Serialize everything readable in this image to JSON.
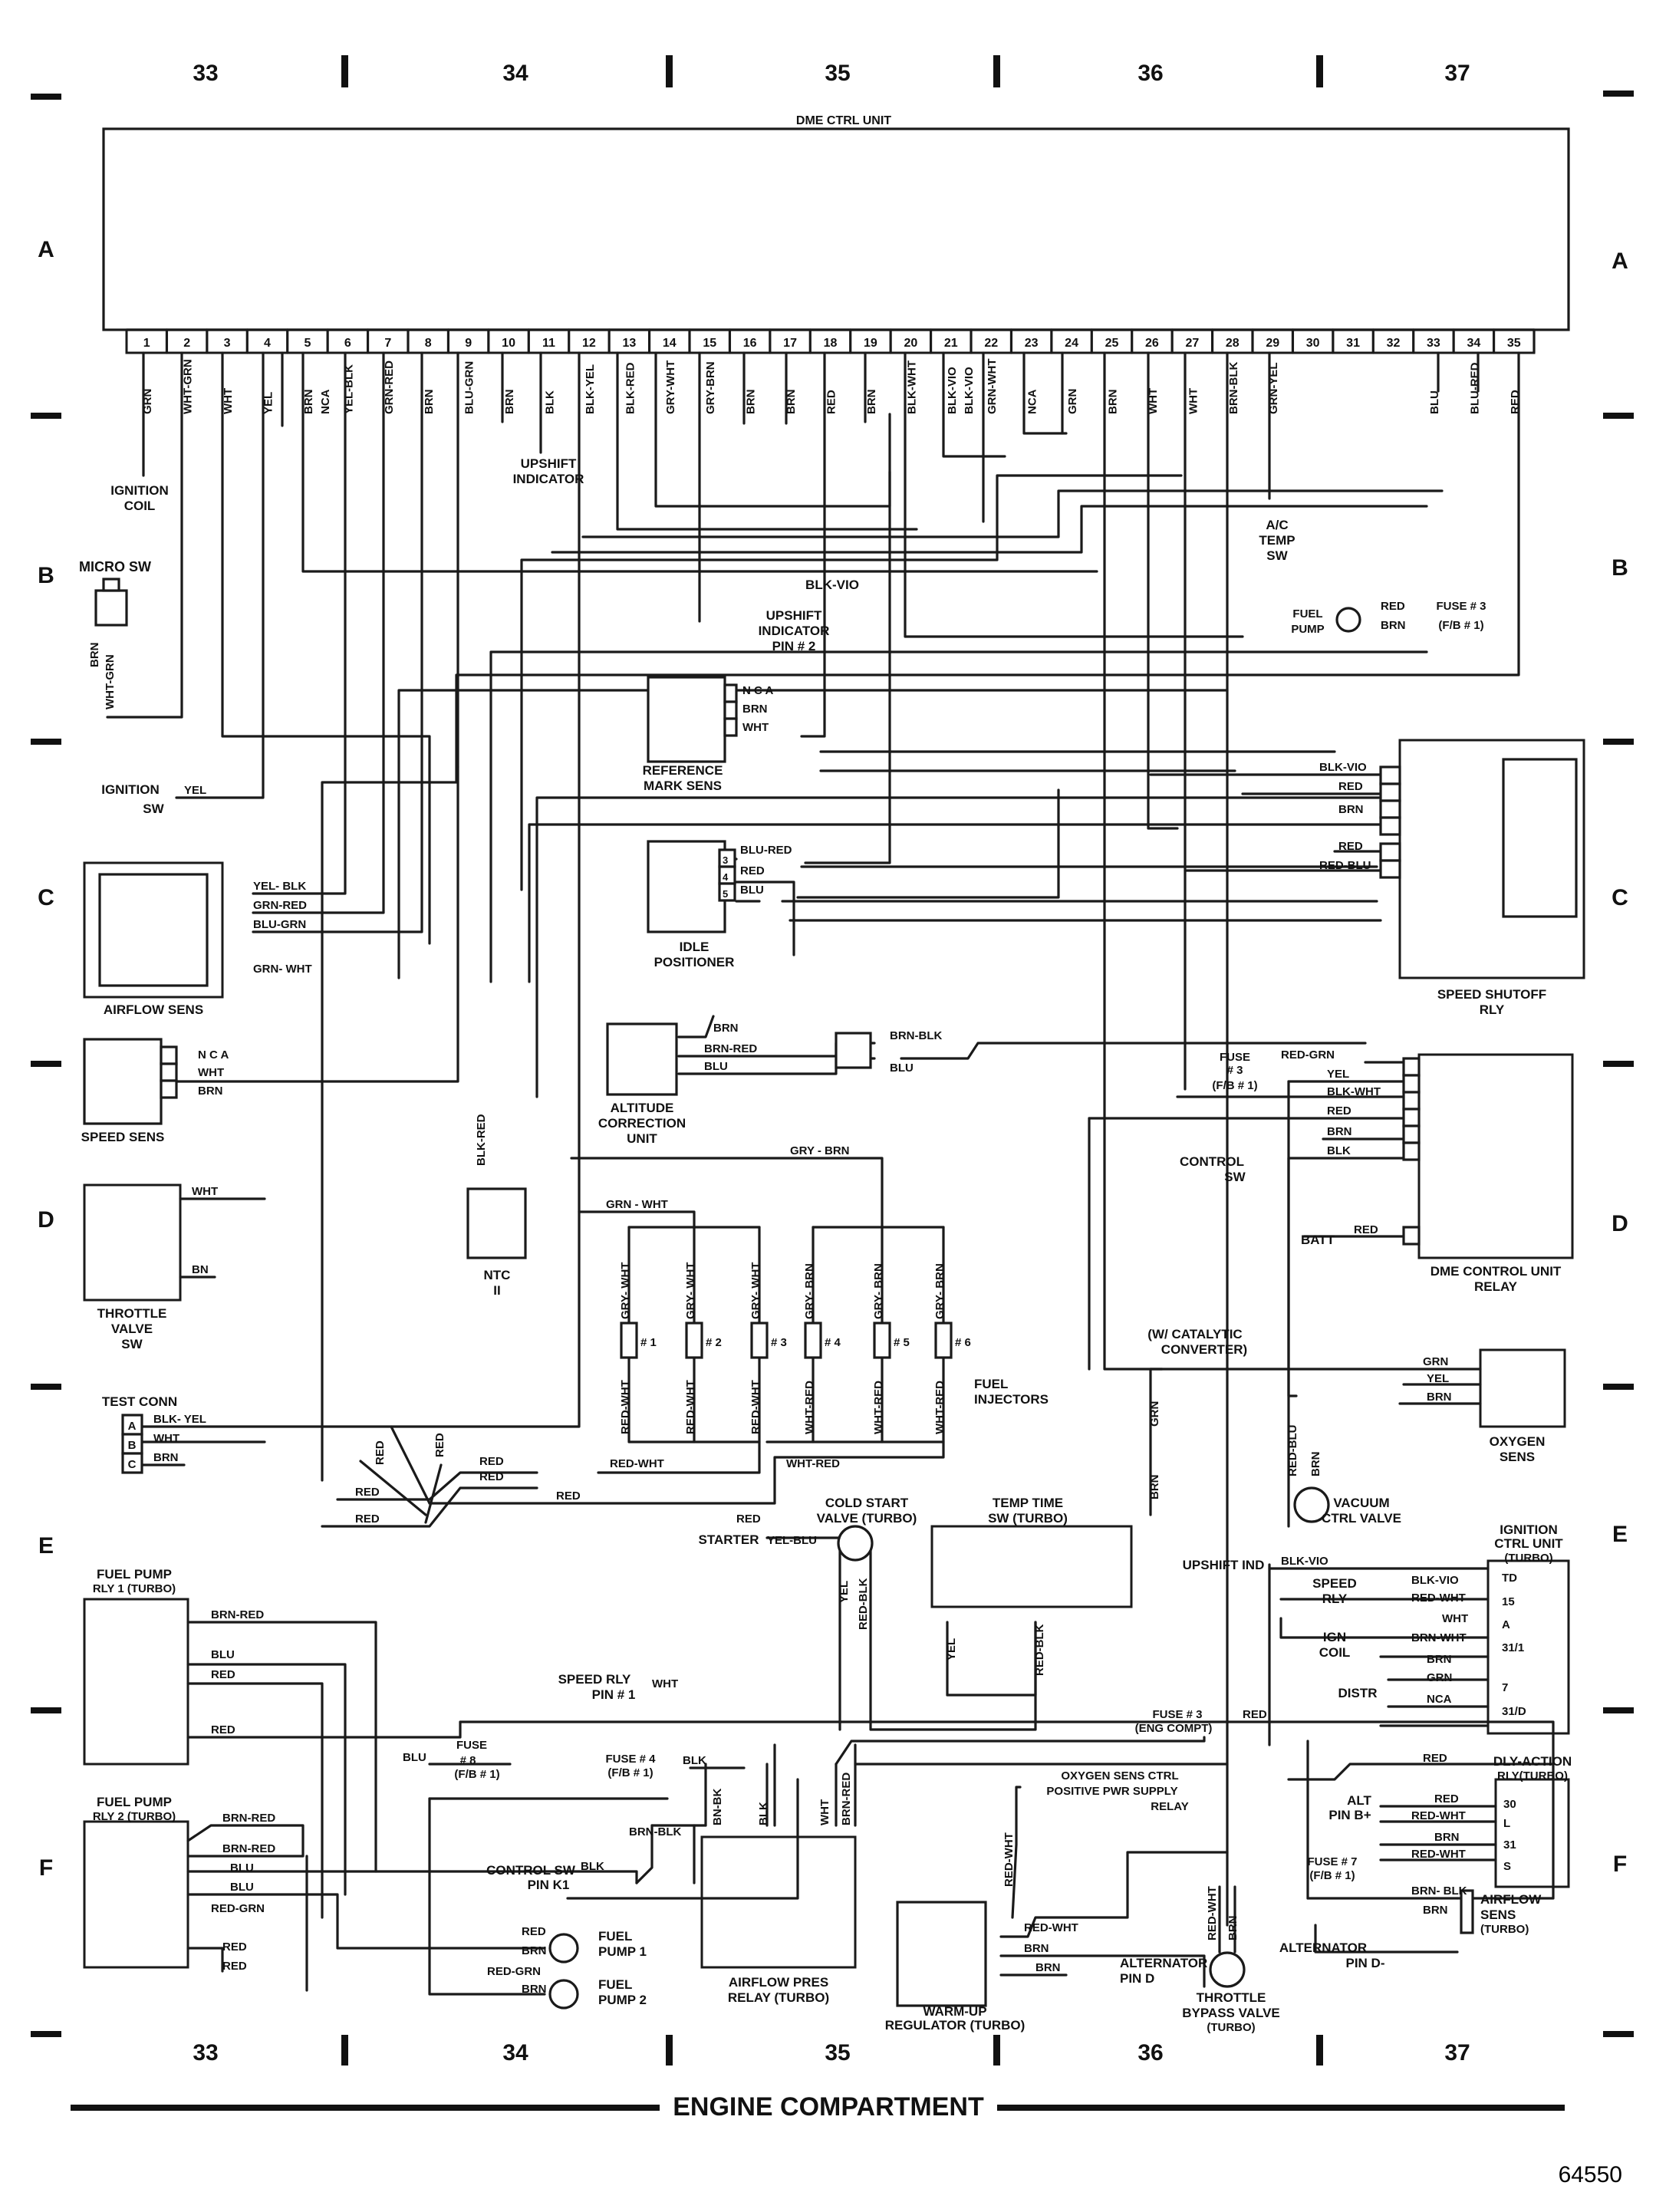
{
  "grid": {
    "columns": [
      "33",
      "34",
      "35",
      "36",
      "37"
    ],
    "rows": [
      "A",
      "B",
      "C",
      "D",
      "E",
      "F"
    ]
  },
  "dme": {
    "title": "DME CTRL UNIT",
    "pins": [
      "1",
      "2",
      "3",
      "4",
      "5",
      "6",
      "7",
      "8",
      "9",
      "10",
      "11",
      "12",
      "13",
      "14",
      "15",
      "16",
      "17",
      "18",
      "19",
      "20",
      "21",
      "22",
      "23",
      "24",
      "25",
      "26",
      "27",
      "28",
      "29",
      "30",
      "31",
      "32",
      "33",
      "34",
      "35"
    ],
    "pin_wires": [
      "GRN",
      "WHT-GRN",
      "WHT",
      "YEL",
      "BRN",
      "YEL-BLK",
      "GRN-RED",
      "BRN",
      "BLU-GRN",
      "BRN",
      "BLK",
      "BLK-YEL",
      "BLK-RED",
      "GRY-WHT",
      "GRY-BRN",
      "BRN",
      "BRN",
      "RED",
      "BRN",
      "BLK-WHT",
      "BLK-VIO",
      "GRN-WHT",
      "NCA",
      "GRN",
      "BRN",
      "WHT",
      "WHT",
      "BRN-BLK",
      "GRN-YEL",
      "",
      "",
      "",
      "BLU",
      "BLU-RED",
      "RED"
    ],
    "pin5_extra": "NCA",
    "pin21_extra": "BLK-VIO"
  },
  "labels": {
    "ignition_coil": [
      "IGNITION",
      "COIL"
    ],
    "upshift_indicator": [
      "UPSHIFT",
      "INDICATOR"
    ],
    "ac_temp": [
      "A/C",
      "TEMP",
      "SW"
    ],
    "micro_sw": "MICRO SW",
    "upshift_pin2": [
      "UPSHIFT",
      "INDICATOR",
      "PIN # 2"
    ],
    "upshift_pin2_wire": "BLK-VIO",
    "fuel_pump_b": [
      "FUEL",
      "PUMP"
    ],
    "fuse3_fb1": [
      "FUSE # 3",
      "(F/B # 1)"
    ],
    "ref_mark": [
      "REFERENCE",
      "MARK SENS"
    ],
    "ignition_sw": [
      "IGNITION",
      "SW"
    ],
    "airflow_sens": "AIRFLOW SENS",
    "idle_positioner": [
      "IDLE",
      "POSITIONER"
    ],
    "speed_shutoff": [
      "SPEED SHUTOFF",
      "RLY"
    ],
    "speed_sens": "SPEED SENS",
    "altitude": [
      "ALTITUDE",
      "CORRECTION",
      "UNIT"
    ],
    "fuse3_d": [
      "FUSE",
      "# 3",
      "(F/B # 1)"
    ],
    "control_sw": [
      "CONTROL",
      "SW"
    ],
    "batt": "BATT",
    "dme_relay": [
      "DME CONTROL UNIT",
      "RELAY"
    ],
    "throttle_valve": [
      "THROTTLE",
      "VALVE",
      "SW"
    ],
    "ntc": [
      "NTC",
      "II"
    ],
    "fuel_injectors": [
      "FUEL",
      "INJECTORS"
    ],
    "injector_nums": [
      "# 1",
      "# 2",
      "# 3",
      "# 4",
      "# 5",
      "# 6"
    ],
    "catalytic": [
      "(W/ CATALYTIC",
      "CONVERTER)"
    ],
    "oxygen_sens": [
      "OXYGEN",
      "SENS"
    ],
    "test_conn": "TEST CONN",
    "test_pins": [
      "A",
      "B",
      "C"
    ],
    "vacuum_ctrl": [
      "VACUUM",
      "CTRL VALVE"
    ],
    "cold_start": [
      "COLD START",
      "VALVE (TURBO)"
    ],
    "temp_time": [
      "TEMP TIME",
      "SW (TURBO)"
    ],
    "starter": "STARTER",
    "ignition_ctrl": [
      "IGNITION",
      "CTRL UNIT",
      "(TURBO)"
    ],
    "upshift_ind": "UPSHIFT IND",
    "speed_rly": [
      "SPEED",
      "RLY"
    ],
    "ign_coil": [
      "IGN",
      "COIL"
    ],
    "distr": "DISTR",
    "ign_pins": [
      "TD",
      "15",
      "A",
      "31/1",
      "7",
      "31/D"
    ],
    "fuel_pump_rly1": [
      "FUEL PUMP",
      "RLY 1 (TURBO)"
    ],
    "speed_rly_pin1": [
      "SPEED RLY",
      "PIN # 1"
    ],
    "fuse3_eng": [
      "FUSE # 3",
      "(ENG COMPT)"
    ],
    "fuse8": [
      "FUSE",
      "# 8",
      "(F/B # 1)"
    ],
    "fuse4": [
      "FUSE # 4",
      "(F/B # 1)"
    ],
    "fuel_pump_rly2": [
      "FUEL PUMP",
      "RLY 2 (TURBO)"
    ],
    "control_sw_pink1": [
      "CONTROL SW",
      "PIN K1"
    ],
    "oxy_relay": [
      "OXYGEN SENS CTRL",
      "POSITIVE PWR SUPPLY",
      "RELAY"
    ],
    "dly_action": [
      "DLY-ACTION",
      "RLY(TURBO)"
    ],
    "alt_pinb": [
      "ALT",
      "PIN B+"
    ],
    "fuse7": [
      "FUSE # 7",
      "(F/B # 1)"
    ],
    "dly_pins": [
      "30",
      "L",
      "31",
      "S"
    ],
    "fuel_pump1": [
      "FUEL",
      "PUMP 1"
    ],
    "fuel_pump2": [
      "FUEL",
      "PUMP 2"
    ],
    "airflow_pres": [
      "AIRFLOW PRES",
      "RELAY (TURBO)"
    ],
    "warmup": [
      "WARM-UP",
      "REGULATOR (TURBO)"
    ],
    "alt_pind": [
      "ALTERNATOR",
      "PIN D"
    ],
    "throttle_bypass": [
      "THROTTLE",
      "BYPASS VALVE",
      "(TURBO)"
    ],
    "alt_pind_minus": [
      "ALTERNATOR",
      "PIN D-"
    ],
    "airflow_turbo": [
      "AIRFLOW",
      "SENS",
      "(TURBO)"
    ],
    "footer": "ENGINE COMPARTMENT",
    "figure_number": "64550"
  },
  "wire_labels": {
    "micro_brn": "BRN",
    "micro_whtgrn": "WHT-GRN",
    "fp_red": "RED",
    "fp_brn": "BRN",
    "ref_nca": "N C A",
    "ref_brn": "BRN",
    "ref_wht": "WHT",
    "ign_yel": "YEL",
    "af_yelblk": "YEL- BLK",
    "af_grnred": "GRN-RED",
    "af_blugrn": "BLU-GRN",
    "af_grnwht": "GRN- WHT",
    "idle_blured": "BLU-RED",
    "idle_red": "RED",
    "idle_blu": "BLU",
    "idle_pins": [
      "3",
      "4",
      "5"
    ],
    "ss_blkvio": "BLK-VIO",
    "ss_red": "RED",
    "ss_brn": "BRN",
    "ss_red2": "RED",
    "ss_redblu": "RED-BLU",
    "sp_nca": "N C A",
    "sp_wht": "WHT",
    "sp_brn": "BRN",
    "alt_brn": "BRN",
    "alt_brnred": "BRN-RED",
    "alt_blu": "BLU",
    "alt_brnblk": "BRN-BLK",
    "alt_blu2": "BLU",
    "dr_redgrn": "RED-GRN",
    "dr_yel": "YEL",
    "dr_blkwht": "BLK-WHT",
    "dr_red": "RED",
    "dr_brn": "BRN",
    "dr_blk": "BLK",
    "dr_red2": "RED",
    "ntc_blkred": "BLK-RED",
    "gry_brn": "GRY - BRN",
    "grn_wht": "GRN - WHT",
    "tv_wht": "WHT",
    "tv_bn": "BN",
    "inj_top": [
      "GRY- WHT",
      "GRY- WHT",
      "GRY- WHT",
      "GRY- BRN",
      "GRY- BRN",
      "GRY- BRN"
    ],
    "inj_bot": [
      "RED-WHT",
      "RED-WHT",
      "RED-WHT",
      "WHT-RED",
      "WHT-RED",
      "WHT-RED"
    ],
    "ox_grn": "GRN",
    "ox_yel": "YEL",
    "ox_brn": "BRN",
    "tc_blkyel": "BLK- YEL",
    "tc_wht": "WHT",
    "tc_brn": "BRN",
    "red": "RED",
    "red_wht": "RED-WHT",
    "wht_red": "WHT-RED",
    "grn_v": "GRN",
    "brn_v": "BRN",
    "vac_redblu": "RED-BLU",
    "vac_brn": "BRN",
    "cs_yelblu": "YEL-BLU",
    "cs_yel": "YEL",
    "cs_redblk": "RED-BLK",
    "tt_yel": "YEL",
    "tt_redblk": "RED-BLK",
    "ic_blkvio": "BLK-VIO",
    "ic_blkvio2": "BLK-VIO",
    "ic_redwht": "RED-WHT",
    "ic_wht": "WHT",
    "ic_brnwht": "BRN-WHT",
    "ic_brn": "BRN",
    "ic_grn": "GRN",
    "ic_nca": "NCA",
    "r1_brnred": "BRN-RED",
    "r1_blu": "BLU",
    "r1_red": "RED",
    "r1_red2": "RED",
    "sr_wht": "WHT",
    "eng_red": "RED",
    "f8_blu": "BLU",
    "f4_blk": "BLK",
    "r2_brnred": "BRN-RED",
    "r2_brnred2": "BRN-RED",
    "r2_blu": "BLU",
    "r2_blu2": "BLU",
    "r2_redgrn": "RED-GRN",
    "r2_red": "RED",
    "r2_red2": "RED",
    "k1_blk": "BLK",
    "k1_brnblk": "BRN-BLK",
    "ap_bnbk": "BN-BK",
    "ap_blk": "BLK",
    "ap_wht": "WHT",
    "ap_brnred": "BRN-RED",
    "rw_redwht": "RED-WHT",
    "wu_redwht": "RED-WHT",
    "wu_brn": "BRN",
    "wu_brn2": "BRN",
    "tb_redwht": "RED-WHT",
    "tb_brn": "BRN",
    "da_red": "RED",
    "da_red2": "RED",
    "da_redwht": "RED-WHT",
    "da_brn": "BRN",
    "da_redwht2": "RED-WHT",
    "af_brnblk": "BRN- BLK",
    "af_brn": "BRN",
    "fp1_red": "RED",
    "fp1_brn": "BRN",
    "fp2_redgrn": "RED-GRN",
    "fp2_brn": "BRN"
  }
}
